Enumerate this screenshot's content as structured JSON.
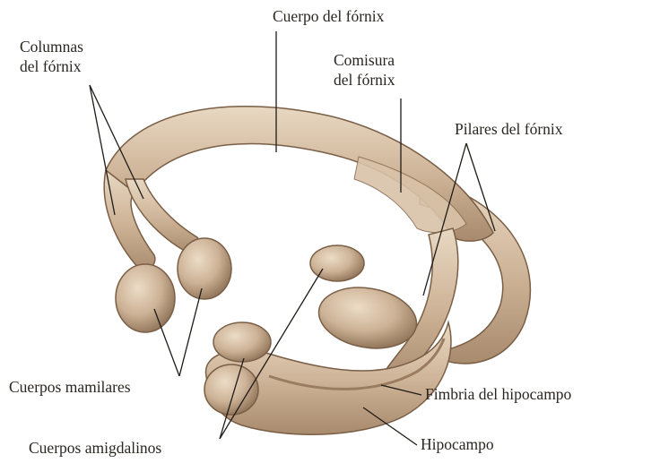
{
  "labels": {
    "columnas_line1": "Columnas",
    "columnas_line2": "del fórnix",
    "cuerpo": "Cuerpo del fórnix",
    "comisura_line1": "Comisura",
    "comisura_line2": "del fórnix",
    "pilares": "Pilares del fórnix",
    "cuerpos_mamilares": "Cuerpos mamilares",
    "fimbria": "Fimbria del hipocampo",
    "cuerpos_amigdalinos": "Cuerpos amigdalinos",
    "hipocampo": "Hipocampo"
  },
  "colors": {
    "tissue": "#cdb397",
    "tissue_light": "#e3d2bd",
    "tissue_dark": "#8c6f55",
    "outline": "#7a5e46",
    "text": "#2a2622"
  }
}
